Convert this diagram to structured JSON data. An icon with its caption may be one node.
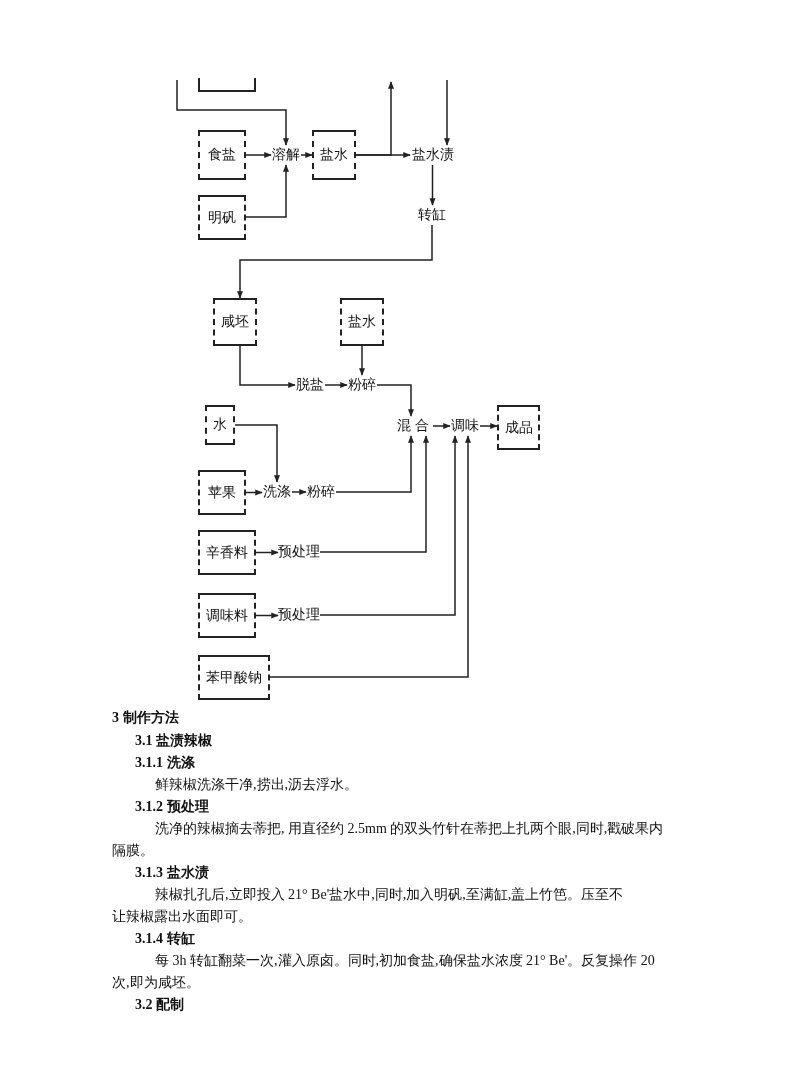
{
  "diagram": {
    "nodes": [
      {
        "text": [],
        "shape": "box"
      },
      {
        "text": [
          "食盐"
        ]
      },
      {
        "text": [
          "溶解"
        ]
      },
      {
        "text": [
          "盐水"
        ]
      },
      {
        "text": [
          "盐水渍"
        ]
      },
      {
        "text": [
          "明矾"
        ]
      },
      {
        "text": [
          "转缸"
        ]
      },
      {
        "text": [
          "咸坯"
        ]
      },
      {
        "text": [
          "盐水"
        ]
      },
      {
        "text": [
          "脱盐"
        ]
      },
      {
        "text": [
          "粉碎"
        ]
      },
      {
        "text": [
          "水"
        ]
      },
      {
        "text": [
          "混 合"
        ]
      },
      {
        "text": [
          "调味"
        ]
      },
      {
        "text": [
          "成品"
        ]
      },
      {
        "text": [
          "苹果"
        ]
      },
      {
        "text": [
          "洗涤"
        ]
      },
      {
        "text": [
          "粉碎"
        ]
      },
      {
        "text": [
          "辛香料"
        ]
      },
      {
        "text": [
          "预处理"
        ]
      },
      {
        "text": [
          "调味料"
        ]
      },
      {
        "text": [
          "预处理"
        ]
      },
      {
        "text": [
          "苯甲酸钠"
        ]
      }
    ],
    "edges": [
      {
        "from": null,
        "to": 2,
        "arrow": "to"
      },
      {
        "from": 1,
        "to": 2,
        "arrow": "to"
      },
      {
        "from": 5,
        "to": 2,
        "arrow": "to"
      },
      {
        "from": 2,
        "to": 3,
        "arrow": "to"
      },
      {
        "from": 3,
        "to": 4,
        "arrow": "to"
      },
      {
        "from": 3,
        "to": null,
        "arrow": "to"
      },
      {
        "from": null,
        "to": 4,
        "arrow": "to"
      },
      {
        "from": 4,
        "to": 6,
        "arrow": "to"
      },
      {
        "from": 6,
        "to": 7,
        "arrow": "to"
      },
      {
        "from": 7,
        "to": 9,
        "arrow": "to"
      },
      {
        "from": 9,
        "to": 10,
        "arrow": "to"
      },
      {
        "from": 8,
        "to": 10,
        "arrow": "to"
      },
      {
        "from": 10,
        "to": 12,
        "arrow": "to"
      },
      {
        "from": 11,
        "to": 16,
        "arrow": "to"
      },
      {
        "from": 15,
        "to": 16,
        "arrow": "to"
      },
      {
        "from": 16,
        "to": 17,
        "arrow": "to"
      },
      {
        "from": 17,
        "to": 12,
        "arrow": "to"
      },
      {
        "from": 18,
        "to": 19,
        "arrow": "to"
      },
      {
        "from": 19,
        "to": 12,
        "arrow": "to"
      },
      {
        "from": 20,
        "to": 21,
        "arrow": "to"
      },
      {
        "from": 21,
        "to": 13,
        "arrow": "to"
      },
      {
        "from": 22,
        "to": 13,
        "arrow": "to"
      },
      {
        "from": 12,
        "to": 13,
        "arrow": "to"
      },
      {
        "from": 13,
        "to": 14,
        "arrow": "to"
      }
    ],
    "labels": [
      "3 制作方法",
      "3.1 盐渍辣椒",
      "3.1.1 洗涤",
      "鲜辣椒洗涤干净,捞出,沥去浮水。",
      "3.1.2 预处理",
      "洗净的辣椒摘去蒂把, 用直径约 2.5mm 的双头竹针在蒂把上扎两个眼,同时,戳破果内隔膜。",
      "3.1.3 盐水渍",
      "辣椒扎孔后,立即投入 21° Be'盐水中,同时,加入明矾,至满缸,盖上竹笆。压至不让辣椒露出水面即可。",
      "3.1.4 转缸",
      "每 3h 转缸翻菜一次,灌入原卤。同时,初加食盐,确保盐水浓度 21° Be'。反复操作 20 次,即为咸坯。",
      "3.2 配制"
    ]
  }
}
